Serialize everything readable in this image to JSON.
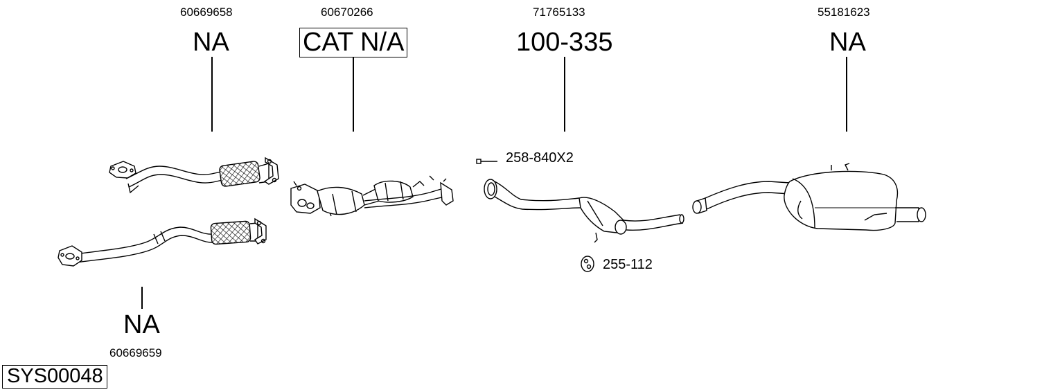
{
  "system_code": "SYS00048",
  "parts": [
    {
      "oem": "60669658",
      "code": "NA"
    },
    {
      "oem": "60670266",
      "code": "CAT N/A"
    },
    {
      "oem": "71765133",
      "code": "100-335"
    },
    {
      "oem": "55181623",
      "code": "NA"
    },
    {
      "oem": "60669659",
      "code": "NA"
    }
  ],
  "accessories": [
    {
      "code": "258-840X2",
      "icon": "bolt-icon"
    },
    {
      "code": "255-112",
      "icon": "rubber-hanger-icon"
    }
  ]
}
